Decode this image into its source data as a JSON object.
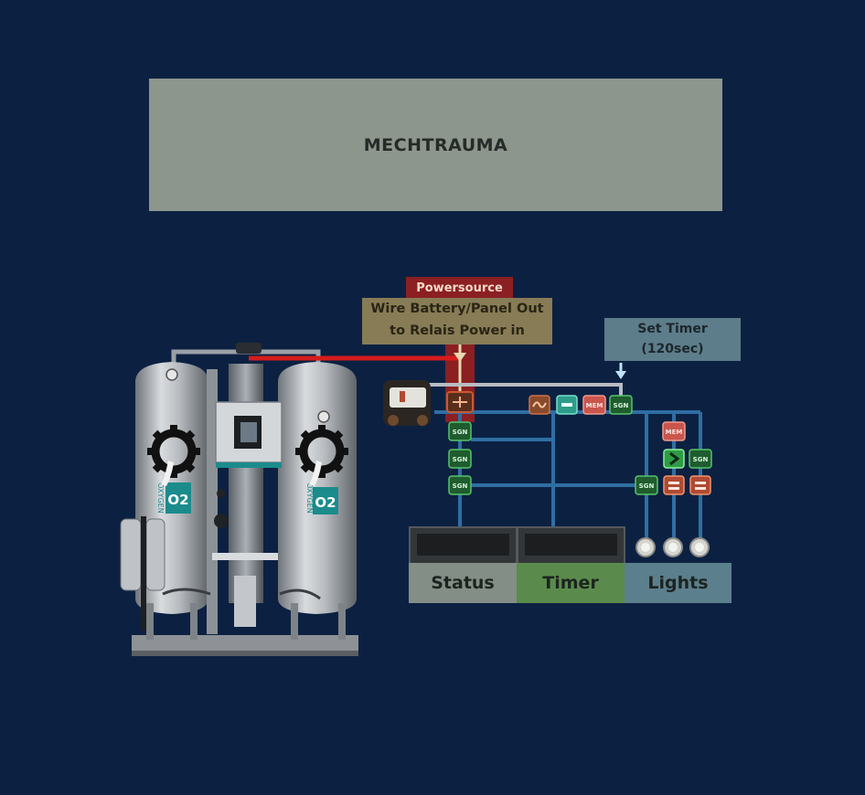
{
  "banner": {
    "title": "MECHTRAUMA"
  },
  "notes": {
    "powersource": "Powersource",
    "wire_line1": "Wire Battery/Panel Out",
    "wire_line2": "to Relais Power in",
    "timer_line1": "Set Timer",
    "timer_line2": "(120sec)"
  },
  "components": {
    "signal_label": "SGN",
    "memory_label": "MEM",
    "tank_label": "OXYGEN",
    "tank_badge": "O2"
  },
  "displays": {
    "status": "Status",
    "timer": "Timer",
    "lights": "Lights"
  },
  "colors": {
    "background": "#0c2142",
    "wire_power": "#d61c1c",
    "wire_signal": "#2f6ea3",
    "wire_timer": "#b8bcc2"
  }
}
